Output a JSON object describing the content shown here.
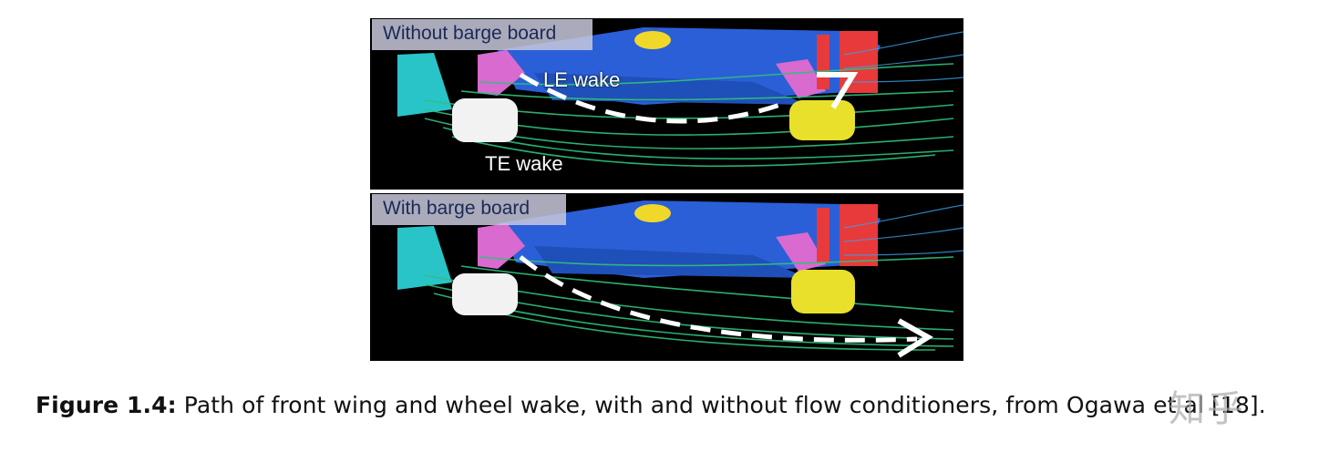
{
  "figure": {
    "top_panel": {
      "label": "Without barge board",
      "annotation_le": "LE wake",
      "annotation_te": "TE wake"
    },
    "bottom_panel": {
      "label": "With barge board"
    }
  },
  "caption": {
    "label": "Figure 1.4:",
    "text": "Path of front wing and wheel wake, with and without flow conditioners, from Ogawa et al [18]."
  },
  "watermark": "知乎",
  "colors": {
    "body": "#2a5fd8",
    "front_wing": "#29c4c8",
    "streamlines": "#2ec27a",
    "front_tyre": "#f2f2f2",
    "rear_tyre": "#e8e02a",
    "barge_board": "#d96ad0",
    "rear_wing": "#e83a3a"
  }
}
